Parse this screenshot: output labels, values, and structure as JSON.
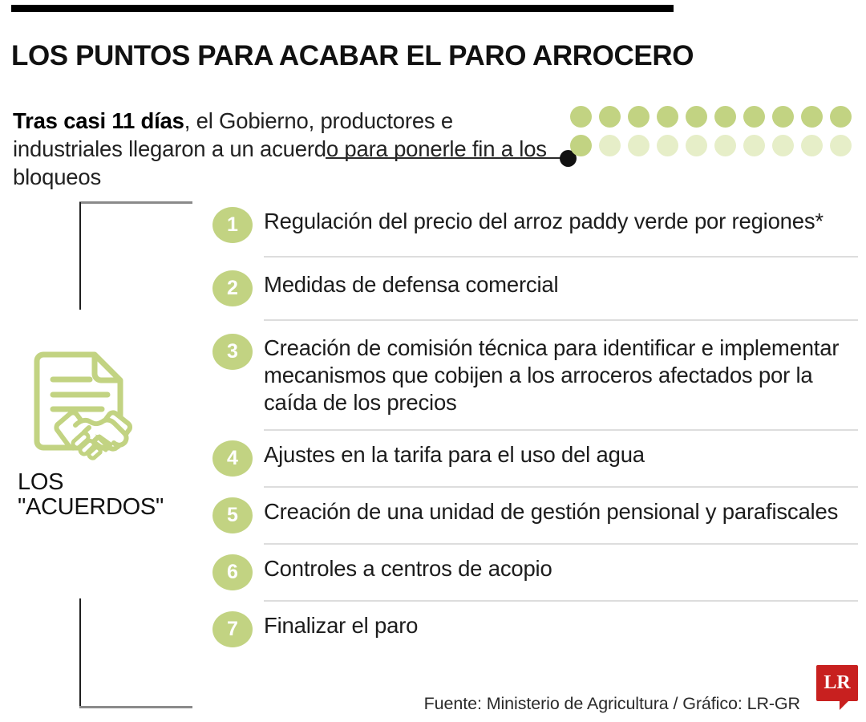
{
  "headline": "LOS PUNTOS PARA ACABAR EL PARO ARROCERO",
  "deck": {
    "lead": "Tras casi 11 días",
    "rest": ", el Gobierno, productores e industriales llegaron a un acuerdo para ponerle fin a los bloqueos"
  },
  "dot_grid": {
    "rows": 2,
    "columns": 10,
    "filled_color": "#c2d382",
    "pale_color": "#e6eec8",
    "row_states": [
      [
        "filled",
        "filled",
        "filled",
        "filled",
        "filled",
        "filled",
        "filled",
        "filled",
        "filled",
        "filled"
      ],
      [
        "filled",
        "pale",
        "pale",
        "pale",
        "pale",
        "pale",
        "pale",
        "pale",
        "pale",
        "pale"
      ]
    ]
  },
  "icon_block": {
    "icon_name": "agreement-document-handshake-icon",
    "caption": "LOS\n\"ACUERDOS\"",
    "color": "#c2d382"
  },
  "points": [
    {
      "number": "1",
      "text": "Regulación del precio del arroz paddy verde por regiones*"
    },
    {
      "number": "2",
      "text": "Medidas de defensa comercial"
    },
    {
      "number": "3",
      "text": "Creación de comisión técnica para identificar e implementar mecanismos que cobijen a los arroceros afectados por la caída de los precios"
    },
    {
      "number": "4",
      "text": "Ajustes en la tarifa para el uso del agua"
    },
    {
      "number": "5",
      "text": "Creación de una unidad de gestión pensional  y parafiscales"
    },
    {
      "number": "6",
      "text": "Controles a centros de acopio"
    },
    {
      "number": "7",
      "text": "Finalizar el paro"
    }
  ],
  "source": "Fuente: Ministerio de Agricultura / Gráfico: LR-GR",
  "logo": {
    "text": "LR",
    "color": "#c8201f"
  },
  "colors": {
    "accent_green": "#c2d382",
    "accent_green_pale": "#e6eec8",
    "logo_red": "#c8201f",
    "rule_black": "#000000",
    "divider_gray": "#dddddd"
  }
}
